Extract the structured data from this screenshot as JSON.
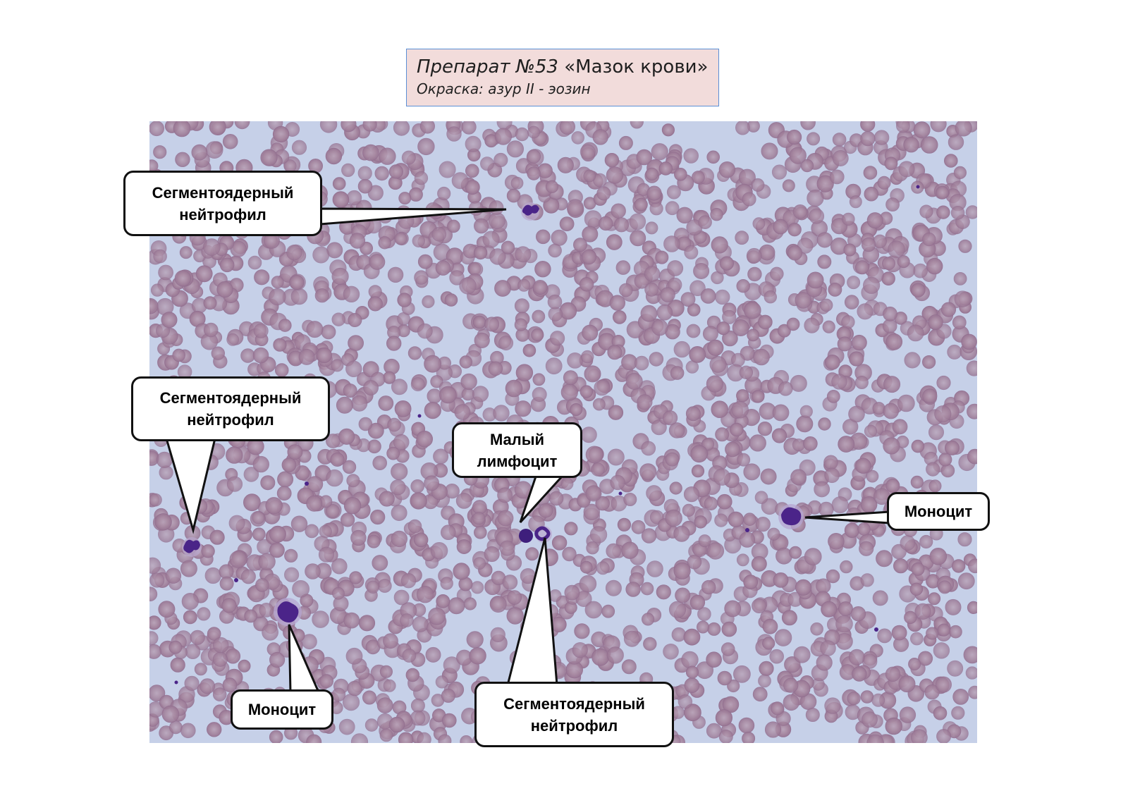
{
  "header": {
    "title_italic": "Препарат №53",
    "title_rest": " «Мазок крови»",
    "subtitle": "Окраска: азур II - эозин"
  },
  "colors": {
    "background_plasma": "#c6d0e8",
    "erythrocyte": "#a8889f",
    "leukocyte_nucleus": "#4b2489",
    "title_box_fill": "#f2dcdb",
    "title_box_border": "#5b8fd6"
  },
  "labels": [
    {
      "id": "neutrophil-top-left",
      "lines": [
        "Сегментоядерный",
        "нейтрофил"
      ]
    },
    {
      "id": "neutrophil-mid-left",
      "lines": [
        "Сегментоядерный",
        "нейтрофил"
      ]
    },
    {
      "id": "small-lymphocyte",
      "lines": [
        "Малый",
        "лимфоцит"
      ]
    },
    {
      "id": "monocyte-right",
      "lines": [
        "Моноцит"
      ]
    },
    {
      "id": "monocyte-bottom-left",
      "lines": [
        "Моноцит"
      ]
    },
    {
      "id": "neutrophil-bottom-center",
      "lines": [
        "Сегментоядерный",
        "нейтрофил"
      ]
    }
  ]
}
